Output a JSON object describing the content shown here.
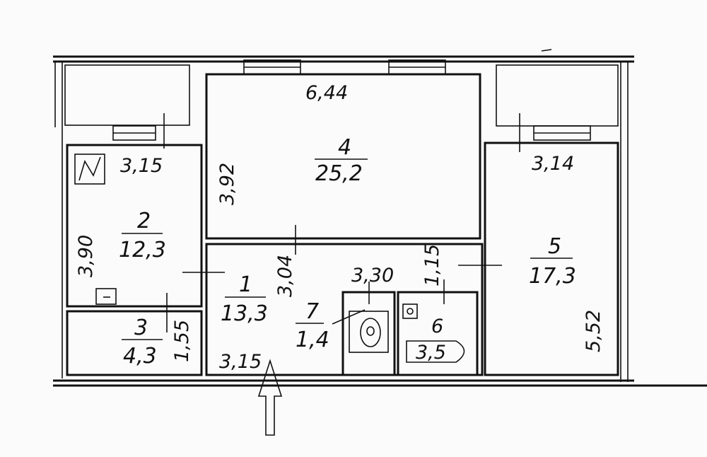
{
  "plan": {
    "rooms": [
      {
        "id": "1",
        "area": "13,3"
      },
      {
        "id": "2",
        "area": "12,3"
      },
      {
        "id": "3",
        "area": "4,3"
      },
      {
        "id": "4",
        "area": "25,2"
      },
      {
        "id": "5",
        "area": "17,3"
      },
      {
        "id": "6",
        "area": "3,5"
      },
      {
        "id": "7",
        "area": "1,4"
      }
    ],
    "dimensions": {
      "room4_width": "6,44",
      "room4_depth": "3,92",
      "room2_width": "3,15",
      "room2_depth": "3,90",
      "room5_width": "3,14",
      "room5_depth": "5,52",
      "room3_depth": "1,55",
      "hall_width": "3,15",
      "hall_depth": "3,04",
      "bath_width": "3,30",
      "bath_depth": "1,15"
    },
    "colors": {
      "ink": "#111111",
      "paper": "#fbfbfb"
    },
    "icons": [
      "north-arrow-icon",
      "entrance-arrow-icon",
      "toilet-icon",
      "bathtub-icon",
      "stove-icon"
    ]
  }
}
